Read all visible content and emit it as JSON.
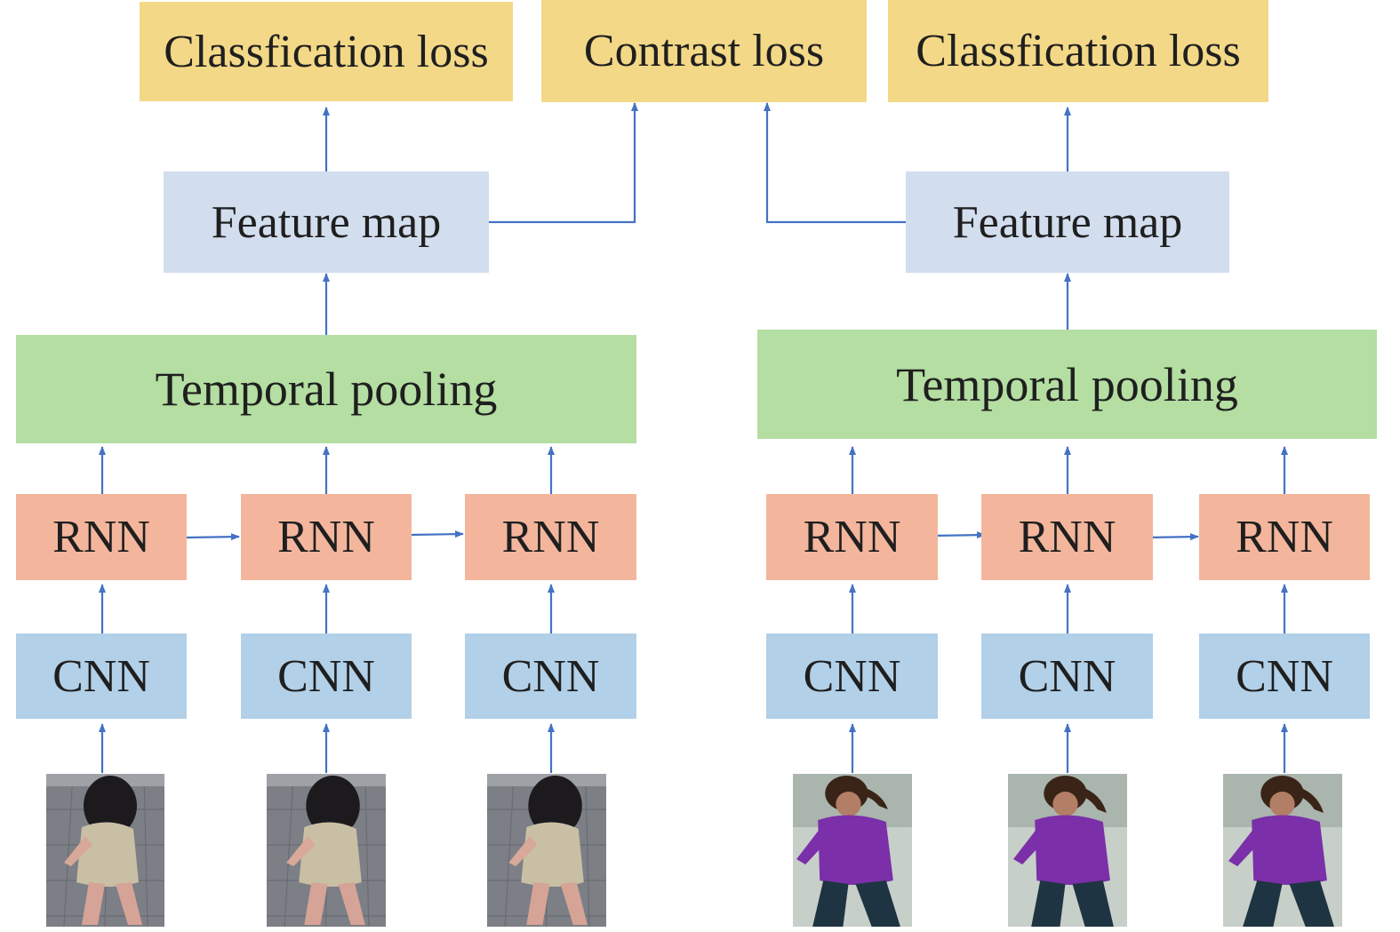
{
  "labels": {
    "classification_loss": "Classfication loss",
    "contrast_loss": "Contrast loss",
    "feature_map": "Feature map",
    "temporal_pooling": "Temporal pooling",
    "rnn": "RNN",
    "cnn": "CNN"
  },
  "colors": {
    "loss": "#f3d887",
    "feature_map": "#d2deee",
    "temporal_pooling": "#b4dea2",
    "rnn": "#f3b69c",
    "cnn": "#b2d0e8",
    "arrow": "#4472c4"
  },
  "inputs": {
    "left": {
      "subject": "person-in-beige-skirt",
      "frame_count": 3
    },
    "right": {
      "subject": "person-in-purple-shirt",
      "frame_count": 3
    }
  }
}
